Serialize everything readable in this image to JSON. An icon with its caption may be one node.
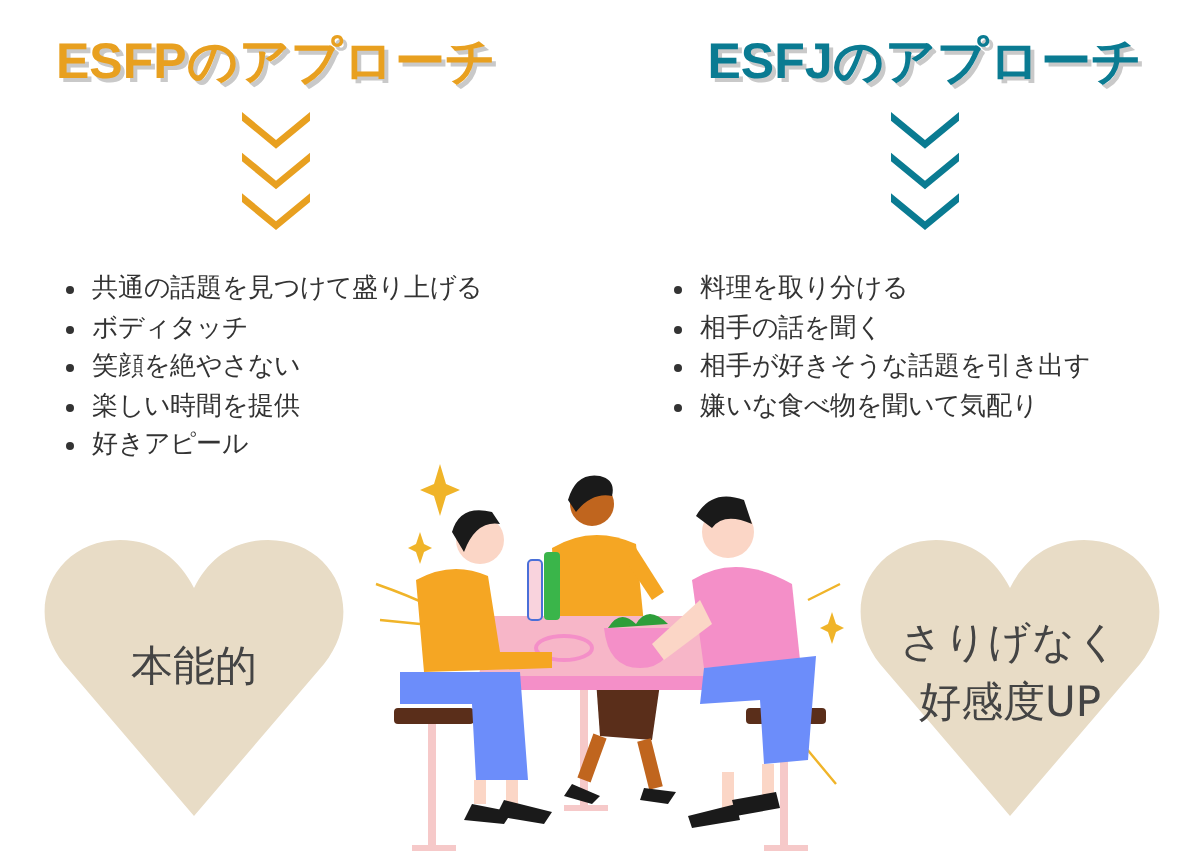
{
  "diagram": {
    "nodes": [
      {
        "text": [
          "ESFPのアプローチ"
        ]
      },
      {
        "text": [
          "共通の話題を見つけて盛り上げる",
          "ボディタッチ",
          "笑顔を絶やさない",
          "楽しい時間を提供",
          "好きアピール"
        ]
      },
      {
        "text": [
          "ESFJのアプローチ"
        ]
      },
      {
        "text": [
          "料理を取り分ける",
          "相手の話を聞く",
          "相手が好きそうな話題を引き出す",
          "嫌いな食べ物を聞いて気配り"
        ]
      },
      {
        "text": [
          "本能的"
        ]
      },
      {
        "text": [
          "さりげなく好感度UP"
        ]
      }
    ],
    "edges": [
      {
        "from": 0,
        "to": 1,
        "arrow": "to",
        "color": "#e8a020"
      },
      {
        "from": 2,
        "to": 3,
        "arrow": "to",
        "color": "#0a7b92"
      }
    ]
  }
}
